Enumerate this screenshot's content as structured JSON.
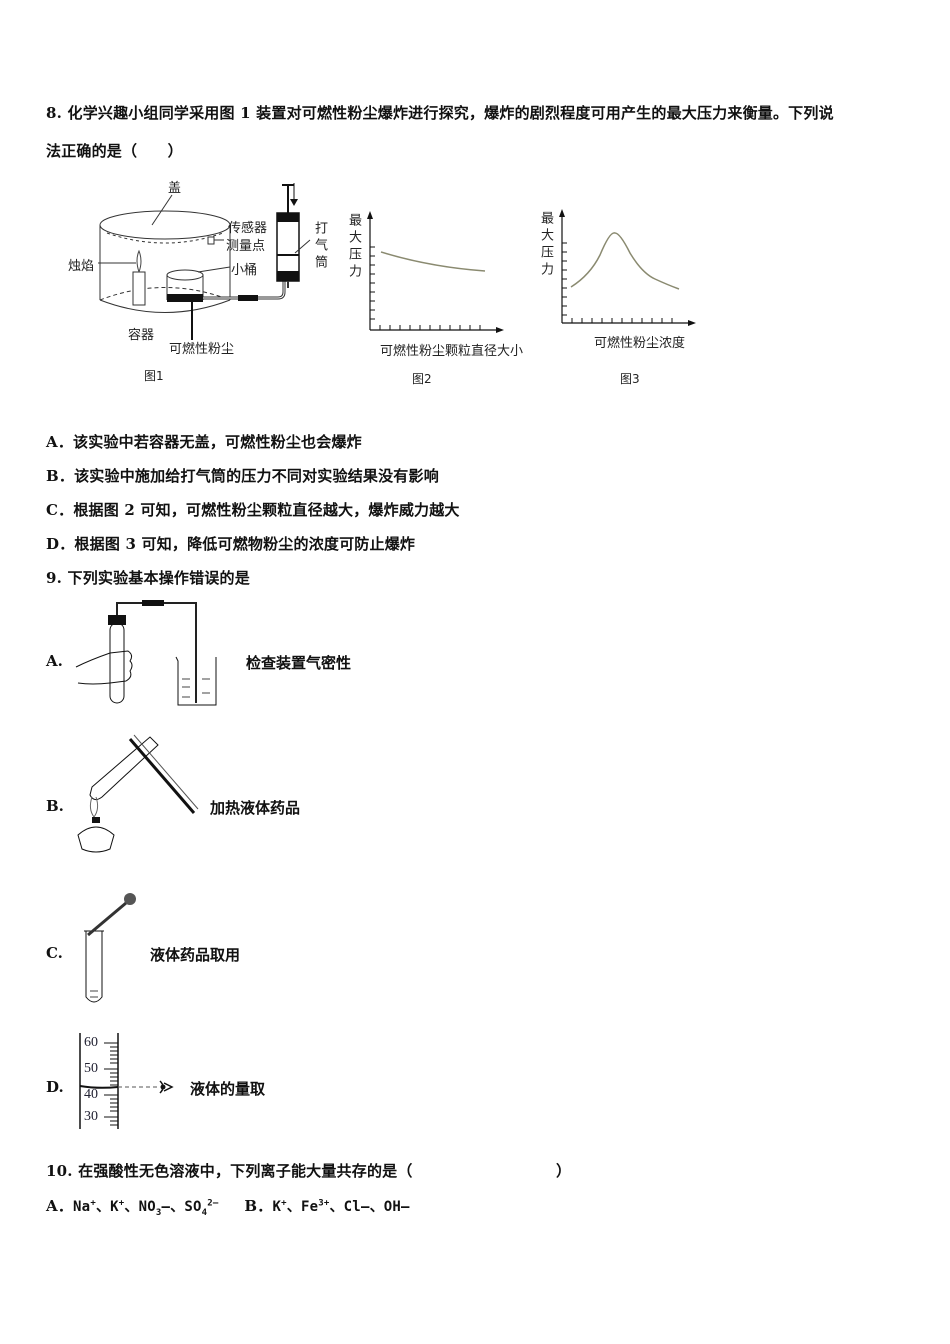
{
  "q8": {
    "number": "8.",
    "stem_line1": "化学兴趣小组同学采用图 1 装置对可燃性粉尘爆炸进行探究，爆炸的剧烈程度可用产生的最大压力来衡量。下列说",
    "stem_line2": "法正确的是（　　）",
    "figure1": {
      "caption": "图1",
      "labels": {
        "lid": "盖",
        "candle": "烛焰",
        "sensor": "传感器",
        "measure_point": "测量点",
        "bucket": "小桶",
        "pump": "打气筒",
        "container": "容器",
        "dust": "可燃性粉尘"
      }
    },
    "options": [
      {
        "letter": "A．",
        "text": "该实验中若容器无盖，可燃性粉尘也会爆炸"
      },
      {
        "letter": "B．",
        "text": "该实验中施加给打气筒的压力不同对实验结果没有影响"
      },
      {
        "letter": "C．",
        "text": "根据图 2 可知，可燃性粉尘颗粒直径越大，爆炸威力越大"
      },
      {
        "letter": "D．",
        "text": "根据图 3 可知，降低可燃物粉尘的浓度可防止爆炸"
      }
    ]
  },
  "chart_data": [
    {
      "type": "line",
      "title": "图2",
      "xlabel": "可燃性粉尘颗粒直径大小",
      "ylabel": "最大压力",
      "x": [
        1,
        2,
        3,
        4,
        5,
        6,
        7,
        8,
        9,
        10,
        11
      ],
      "values": [
        9.0,
        8.8,
        8.6,
        8.4,
        8.2,
        8.0,
        7.85,
        7.7,
        7.55,
        7.4,
        7.2
      ],
      "grid": false,
      "xticks_count": 12,
      "yticks_count": 10
    },
    {
      "type": "line",
      "title": "图3",
      "xlabel": "可燃性粉尘浓度",
      "ylabel": "最大压力",
      "x": [
        1,
        2,
        3,
        4,
        5,
        6,
        7,
        8,
        9,
        10,
        11
      ],
      "values": [
        4.0,
        5.0,
        7.0,
        9.5,
        10.5,
        9.0,
        6.8,
        5.6,
        5.0,
        4.5,
        4.0
      ],
      "grid": false,
      "xticks_count": 12,
      "yticks_count": 10
    }
  ],
  "q9": {
    "number": "9.",
    "stem": "下列实验基本操作错误的是",
    "options": [
      {
        "letter": "A.",
        "caption": "检查装置气密性"
      },
      {
        "letter": "B.",
        "caption": "加热液体药品"
      },
      {
        "letter": "C.",
        "caption": "液体药品取用"
      },
      {
        "letter": "D.",
        "caption": "液体的量取"
      }
    ],
    "cylinder_scale": [
      "60",
      "50",
      "40",
      "30"
    ]
  },
  "q10": {
    "number": "10.",
    "stem": "在强酸性无色溶液中，下列离子能大量共存的是（",
    "stem_close": "）",
    "optA_letter": "A．",
    "optB_letter": "B．",
    "optA_ions": [
      "Na",
      "K",
      "NO",
      "SO"
    ],
    "optB_ions": [
      "K",
      "Fe",
      "Cl",
      "OH"
    ]
  }
}
